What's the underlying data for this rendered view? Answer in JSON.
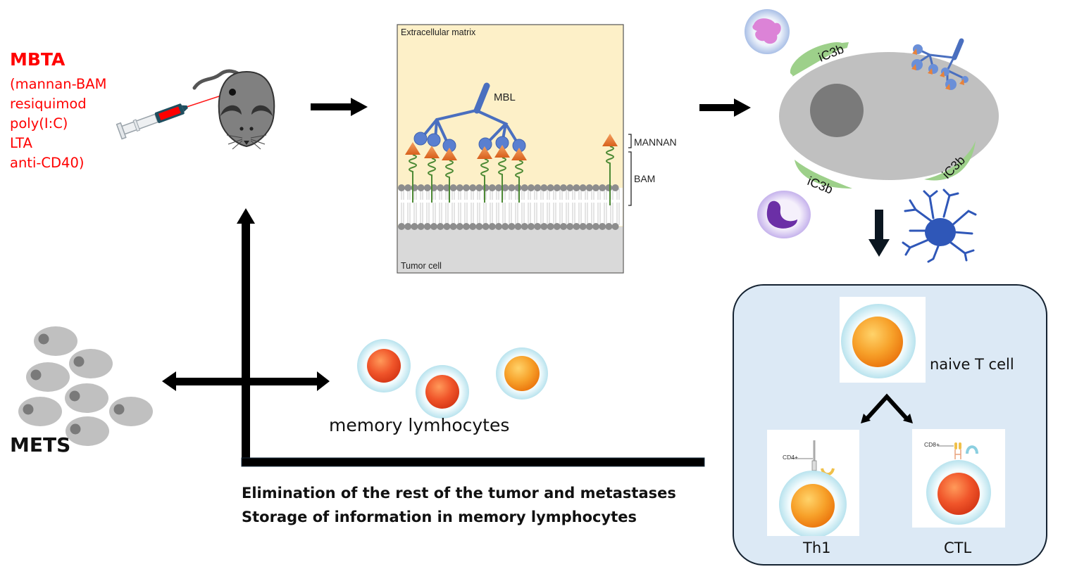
{
  "treatment": {
    "title": "MBTA",
    "components": [
      "(mannan-BAM",
      "resiquimod",
      "poly(I:C)",
      "LTA",
      "anti-CD40)"
    ],
    "color": "#ff0000"
  },
  "membrane_panel": {
    "top_label": "Extracellular matrix",
    "bottom_label": "Tumor cell",
    "mbl_label": "MBL",
    "bracket_labels": [
      "MANNAN",
      "BAM"
    ],
    "background_color": "#fdf0c8",
    "mbl_color": "#4a6fbf",
    "mannan_color": "#e8823a",
    "linker_color": "#4d8a35"
  },
  "opsonized_cell": {
    "complement_labels": [
      "iC3b",
      "iC3b",
      "iC3b"
    ],
    "complement_color": "#9dd08a",
    "cell_color": "#c0c0c0",
    "nucleus_color": "#7a7a7a"
  },
  "tcell_panel": {
    "naive_label": "naive T cell",
    "subsets": [
      {
        "label": "Th1",
        "marker": "CD4+"
      },
      {
        "label": "CTL",
        "marker": "CD8+"
      }
    ],
    "background_color": "#dce9f5"
  },
  "mets": {
    "label": "METS"
  },
  "memory": {
    "label": "memory lymhocytes"
  },
  "summary": {
    "lines": [
      "Elimination of the rest of the tumor and metastases",
      "Storage of information in memory lymphocytes"
    ]
  }
}
